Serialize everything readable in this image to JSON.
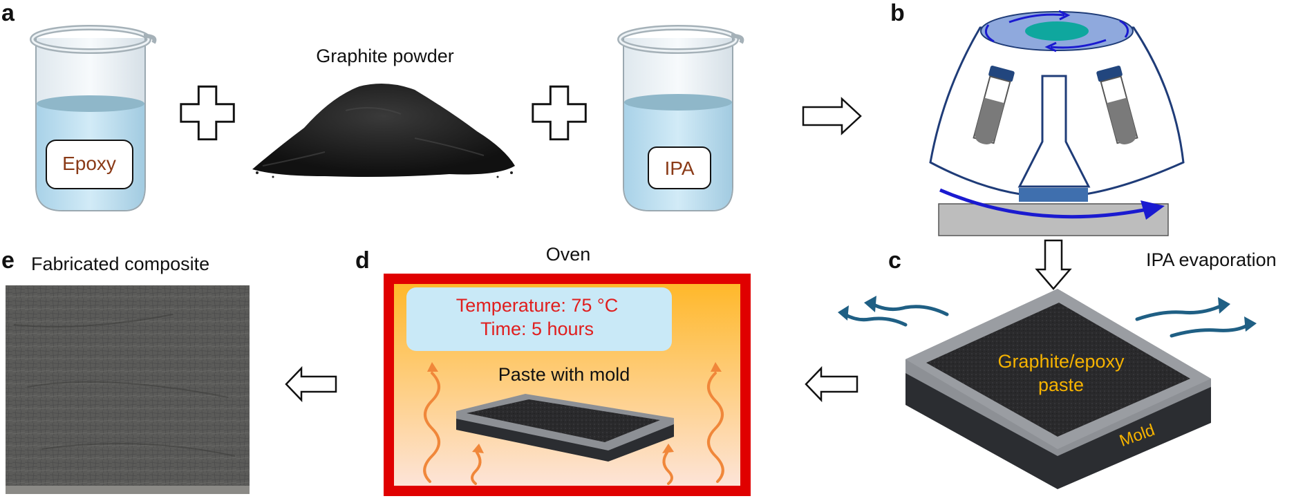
{
  "panels": {
    "a": "a",
    "b": "b",
    "c": "c",
    "d": "d",
    "e": "e"
  },
  "beakers": {
    "left_label": "Epoxy",
    "right_label": "IPA"
  },
  "powder_label": "Graphite powder",
  "evaporation_label": "IPA evaporation",
  "paste": {
    "line1": "Graphite/epoxy",
    "line2": "paste",
    "mold_label": "Mold"
  },
  "oven": {
    "title": "Oven",
    "temperature": "Temperature: 75 °C",
    "time": "Time: 5 hours",
    "paste_label": "Paste with mold"
  },
  "composite_label": "Fabricated composite",
  "colors": {
    "liquid": "#bfe0f2",
    "liquid_top": "#8fb7c9",
    "text_brown": "#8a3a17",
    "text_red": "#e01e1e",
    "text_orange": "#f6b300",
    "text_navy": "#1f3c5a",
    "oven_frame": "#e00000",
    "centrifuge_line": "#1f3c78",
    "rotation_blue": "#1a1ad0",
    "vapor": "#1f5f84",
    "heat": "#f0873a"
  }
}
